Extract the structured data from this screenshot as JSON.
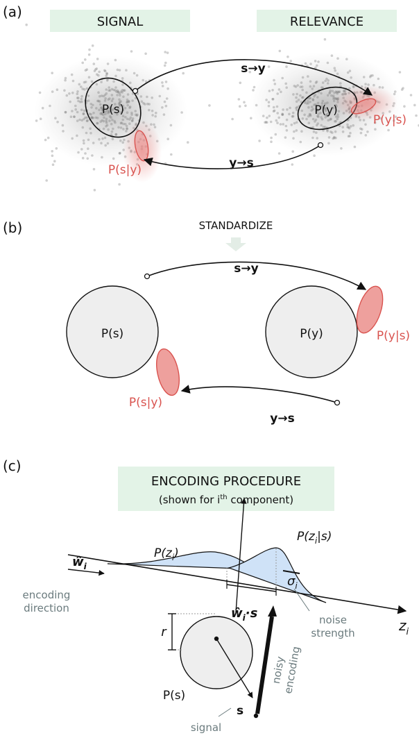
{
  "panel_a": {
    "label": "(a)",
    "signal_title": "SIGNAL",
    "relevance_title": "RELEVANCE",
    "p_s": "P(s)",
    "p_y": "P(y)",
    "p_s_given_y": "P(s|y)",
    "p_y_given_s": "P(y|s)",
    "arrow_s_to_y": "s→y",
    "arrow_y_to_s": "y→s"
  },
  "panel_b": {
    "label": "(b)",
    "standardize": "STANDARDIZE",
    "p_s": "P(s)",
    "p_y": "P(y)",
    "p_s_given_y": "P(s|y)",
    "p_y_given_s": "P(y|s)",
    "arrow_s_to_y": "s→y",
    "arrow_y_to_s": "y→s"
  },
  "panel_c": {
    "label": "(c)",
    "title": "ENCODING PROCEDURE",
    "subtitle_prefix": "(shown for i",
    "subtitle_sup": "th",
    "subtitle_suffix": " component)",
    "p_z_i": "P(z",
    "p_z_i_sub": "i",
    "p_z_i_close": ")",
    "p_z_i_given_s": "P(z",
    "p_z_i_given_s_sub": "i",
    "p_z_i_given_s_close": "|s)",
    "w_hat": "ŵ",
    "w_hat_sub": "i",
    "encoding_direction_1": "encoding",
    "encoding_direction_2": "direction",
    "sigma": "σ",
    "sigma_sub": "i",
    "noise_strength_1": "noise",
    "noise_strength_2": "strength",
    "w_dot_s": "ŵ",
    "w_dot_s_sub": "i",
    "w_dot_s_tail": "·s",
    "z_axis": "z",
    "z_axis_sub": "i",
    "radius": "r",
    "p_s": "P(s)",
    "s_label": "s",
    "signal_label": "signal",
    "noisy_encoding_1": "noisy",
    "noisy_encoding_2": "encoding"
  },
  "colors": {
    "banner": "#e3f3e7",
    "red": "#d9534f",
    "pink_fill": "#e8807c",
    "blue_fill": "#cfe2f7",
    "circle_fill": "#eeeeee",
    "gray_text": "#6b7b7e"
  }
}
